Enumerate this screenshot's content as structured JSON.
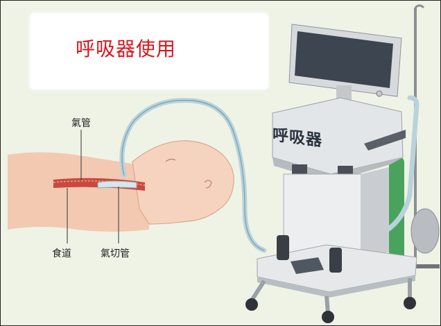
{
  "title": "呼吸器使用",
  "labels": {
    "trachea": "氣管",
    "esophagus": "食道",
    "tracheostomy_tube": "氣切管"
  },
  "machine_label": "呼吸器",
  "colors": {
    "title_red": "#d8151c",
    "background": "#eef3e6",
    "skin": "#f3c9b2",
    "tube": "#b9d3dc"
  },
  "icons": [
    "ventilator-machine",
    "patient-head",
    "breathing-tube",
    "iv-pole",
    "reservoir-bag"
  ]
}
